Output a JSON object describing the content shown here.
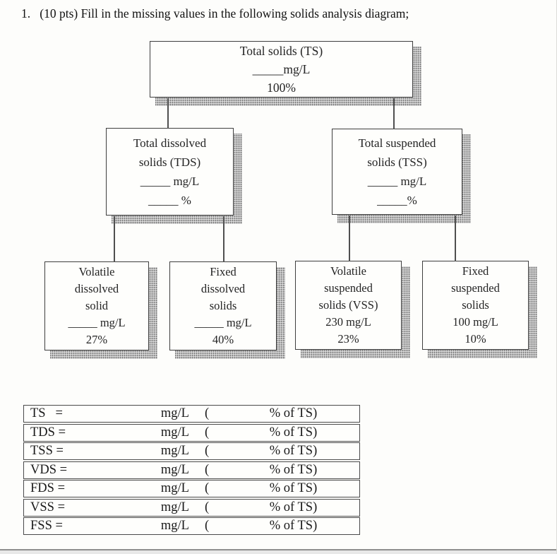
{
  "title": "1.   (10 pts) Fill in the missing values in the following solids analysis diagram;",
  "colors": {
    "ink": "#3e3e3e",
    "shadow_gray": "#b8b8b8",
    "paper": "#fdfdfb"
  },
  "diagram": {
    "nodes": [
      {
        "id": "total-solids",
        "lines": [
          "Total solids (TS)",
          "_____mg/L",
          "100%"
        ]
      },
      {
        "id": "total-dissolved-solids",
        "lines": [
          "Total dissolved",
          "solids (TDS)",
          "_____ mg/L",
          "_____ %"
        ]
      },
      {
        "id": "total-suspended-solids",
        "lines": [
          "Total suspended",
          "solids (TSS)",
          "_____ mg/L",
          "_____%"
        ]
      },
      {
        "id": "volatile-dissolved-solid",
        "lines": [
          "Volatile",
          "dissolved",
          "solid",
          "_____ mg/L",
          "27%"
        ]
      },
      {
        "id": "fixed-dissolved-solids",
        "lines": [
          "Fixed",
          "dissolved",
          "solids",
          "_____ mg/L",
          "40%"
        ]
      },
      {
        "id": "volatile-suspended-solids",
        "lines": [
          "Volatile",
          "suspended",
          "solids (VSS)",
          "230 mg/L",
          "23%"
        ]
      },
      {
        "id": "fixed-suspended-solids",
        "lines": [
          "Fixed",
          "suspended",
          "solids",
          "100 mg/L",
          "10%"
        ]
      }
    ]
  },
  "table": {
    "rows": [
      {
        "label": "TS   =",
        "unit": "mg/L",
        "paren": "(",
        "pct": "% of TS)"
      },
      {
        "label": "TDS =",
        "unit": "mg/L",
        "paren": "(",
        "pct": "% of TS)"
      },
      {
        "label": "TSS =",
        "unit": "mg/L",
        "paren": "(",
        "pct": "% of TS)"
      },
      {
        "label": "VDS =",
        "unit": "mg/L",
        "paren": "(",
        "pct": "% of TS)"
      },
      {
        "label": "FDS =",
        "unit": "mg/L",
        "paren": "(",
        "pct": "% of TS)"
      },
      {
        "label": "VSS =",
        "unit": "mg/L",
        "paren": "(",
        "pct": "% of TS)"
      },
      {
        "label": "FSS =",
        "unit": "mg/L",
        "paren": "(",
        "pct": "% of TS)"
      }
    ]
  }
}
